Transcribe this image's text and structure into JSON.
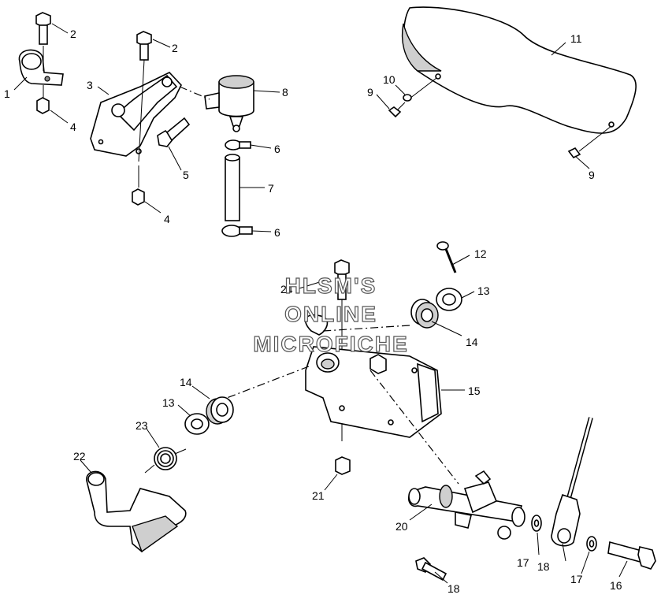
{
  "watermark": {
    "line1": "HLSM'S",
    "line2": "ONLINE",
    "line3": "MICROFICHE"
  },
  "callouts": {
    "c1": "1",
    "c2a": "2",
    "c2b": "2",
    "c3": "3",
    "c4a": "4",
    "c4b": "4",
    "c5": "5",
    "c6a": "6",
    "c6b": "6",
    "c7": "7",
    "c8": "8",
    "c9a": "9",
    "c9b": "9",
    "c10": "10",
    "c11": "11",
    "c12": "12",
    "c13a": "13",
    "c13b": "13",
    "c14a": "14",
    "c14b": "14",
    "c15": "15",
    "c16": "16",
    "c17a": "17",
    "c17b": "17",
    "c18a": "18",
    "c18b": "18",
    "c20": "20",
    "c21": "21",
    "c22": "22",
    "c23": "23",
    "c24": "24"
  }
}
